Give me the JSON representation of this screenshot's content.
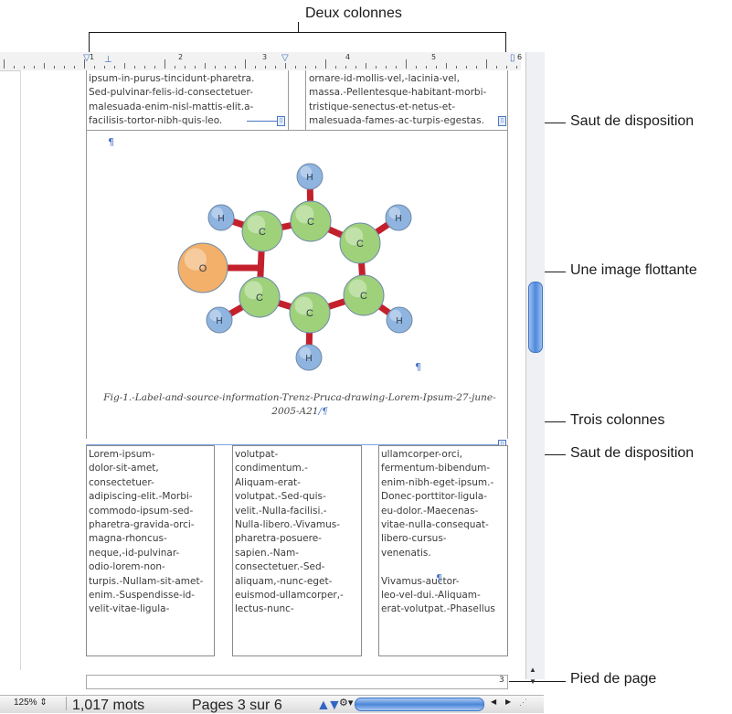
{
  "callouts": {
    "deux_colonnes": "Deux colonnes",
    "saut_disposition_1": "Saut de disposition",
    "image_flottante": "Une image flottante",
    "trois_colonnes": "Trois colonnes",
    "saut_disposition_2": "Saut de disposition",
    "pied_de_page": "Pied de page"
  },
  "ruler": {
    "numbers": [
      "1",
      "2",
      "3",
      "4",
      "5",
      "6"
    ]
  },
  "top_columns": {
    "left": "ipsum-in-purus-tincidunt-pharetra.\nSed-pulvinar-felis-id-consectetuer-\nmalesuada-enim-nisl-mattis-elit.a-\nfacilisis-tortor-nibh-quis-leo.",
    "right": "ornare-id-mollis-vel,-lacinia-vel,\nmassa.-Pellentesque-habitant-morbi-\ntristique-senectus-et-netus-et-\nmalesuada-fames-ac-turpis-egestas."
  },
  "molecule": {
    "carbon_label": "C",
    "hydrogen_label": "H",
    "oxygen_label": "O",
    "colors": {
      "carbon": "#9fd17a",
      "hydrogen": "#8fb4e0",
      "oxygen": "#f2b06a",
      "bond": "#c3202c"
    }
  },
  "caption": {
    "line1": "Fig-1.-Label-and-source-information-Trenz-Pruca-drawing-Lorem-Ipsum-27-june-",
    "line2": "2005-A21"
  },
  "bottom_columns": {
    "col1": "    Lorem-ipsum-\ndolor-sit-amet,\nconsectetuer-\nadipiscing-elit.-Morbi-\ncommodo-ipsum-sed-\npharetra-gravida-orci-\nmagna-rhoncus-\nneque,-id-pulvinar-\nodio-lorem-non-\nturpis.-Nullam-sit-amet-\nenim.-Suspendisse-id-\nvelit-vitae-ligula-",
    "col2": "volutpat-\ncondimentum.-\nAliquam-erat-\nvolutpat.-Sed-quis-\nvelit.-Nulla-facilisi.-\nNulla-libero.-Vivamus-\npharetra-posuere-\nsapien.-Nam-\nconsectetuer.-Sed-\naliquam,-nunc-eget-\neuismod-ullamcorper,-\nlectus-nunc-",
    "col3": "ullamcorper-orci,\nfermentum-bibendum-\nenim-nibh-eget-ipsum.-\nDonec-porttitor-ligula-\neu-dolor.-Maecenas-\nvitae-nulla-consequat-\nlibero-cursus-\nvenenatis.\n\n    Vivamus-auctor-\nleo-vel-dui.-Aliquam-\nerat-volutpat.-Phasellus"
  },
  "pilcrow": "¶",
  "footer": {
    "page_number": "3"
  },
  "status_bar": {
    "zoom": "125%",
    "word_count": "1,017 mots",
    "pages": "Pages 3 sur 6",
    "prev_icon": "triangle-up-icon",
    "next_icon": "triangle-down-icon",
    "gear_icon": "gear-icon"
  }
}
